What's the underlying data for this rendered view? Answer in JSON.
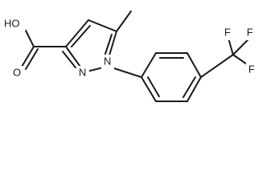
{
  "molecule": {
    "atom_labels": {
      "hydroxyl": "HO",
      "carbonyl_oxygen": "O",
      "pyrazole_n2": "N",
      "pyrazole_n1": "N",
      "fluorine_top_left": "F",
      "fluorine_top_right": "F",
      "fluorine_right": "F"
    }
  },
  "colors": {
    "bond": "#1a1a1a",
    "text": "#1a1a1a",
    "background": "#ffffff"
  }
}
